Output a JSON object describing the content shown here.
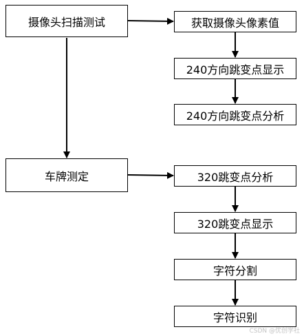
{
  "nodes": {
    "scan": "摄像头扫描测试",
    "get_pixels": "获取摄像头像素值",
    "show_240": "240方向跳变点显示",
    "analyze_240": "240方向跳变点分析",
    "plate": "车牌测定",
    "analyze_320": "320跳变点分析",
    "show_320": "320跳变点显示",
    "split": "字符分割",
    "recognize": "字符识别"
  },
  "watermark": "CSDN @优创学社"
}
